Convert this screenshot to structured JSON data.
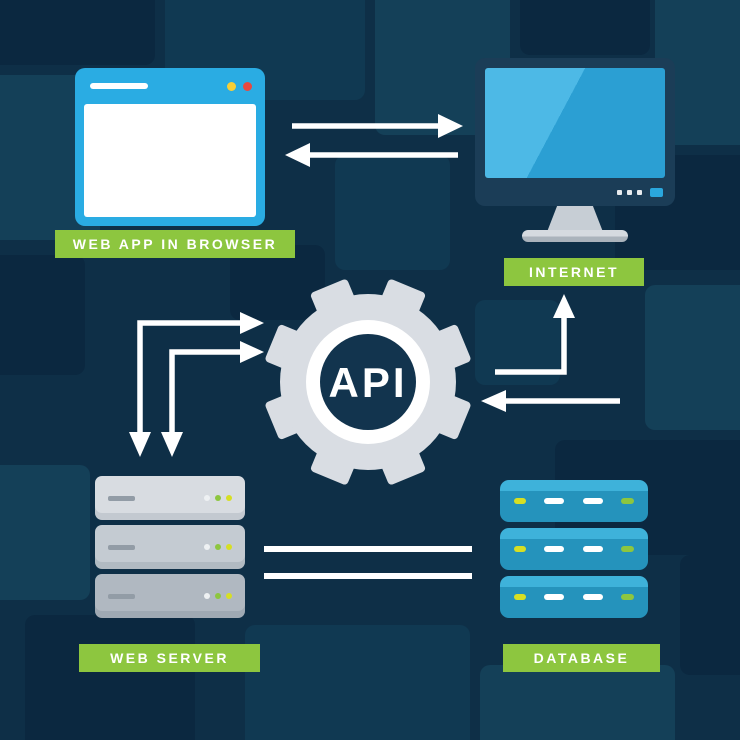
{
  "labels": {
    "web_app": "WEB APP IN BROWSER",
    "internet": "INTERNET",
    "web_server": "WEB SERVER",
    "database": "DATABASE",
    "api": "API"
  },
  "colors": {
    "background": "#0e2f47",
    "label_green": "#8dc63f",
    "arrow_white": "#ffffff",
    "browser_blue": "#2aace3",
    "monitor_bezel": "#1b3d57",
    "screen_blue": "#2b9fd3",
    "screen_blue_light": "#4db9e6",
    "gear_gray": "#d9dde3",
    "gear_center_navy": "#12344e",
    "server_gray": "#c4cbd2",
    "database_blue": "#2593bc",
    "accent_yellow": "#d7df23",
    "accent_green": "#8dc63f",
    "dot_yellow": "#f7cf37",
    "dot_red": "#e8483f"
  },
  "icons": {
    "browser": "browser-window-icon",
    "monitor": "monitor-icon",
    "gear": "api-gear-icon",
    "server": "server-stack-icon",
    "database": "database-stack-icon"
  },
  "connections": [
    {
      "from": "web_app",
      "to": "internet",
      "type": "bidirectional-horizontal-arrows"
    },
    {
      "from": "web_server",
      "to": "api",
      "type": "l-shaped-arrows-bidirectional"
    },
    {
      "from": "api",
      "to": "internet",
      "type": "l-shaped-arrow-up"
    },
    {
      "from": "internet",
      "to": "api",
      "type": "horizontal-arrow-left"
    },
    {
      "from": "web_server",
      "to": "database",
      "type": "double-line"
    }
  ]
}
